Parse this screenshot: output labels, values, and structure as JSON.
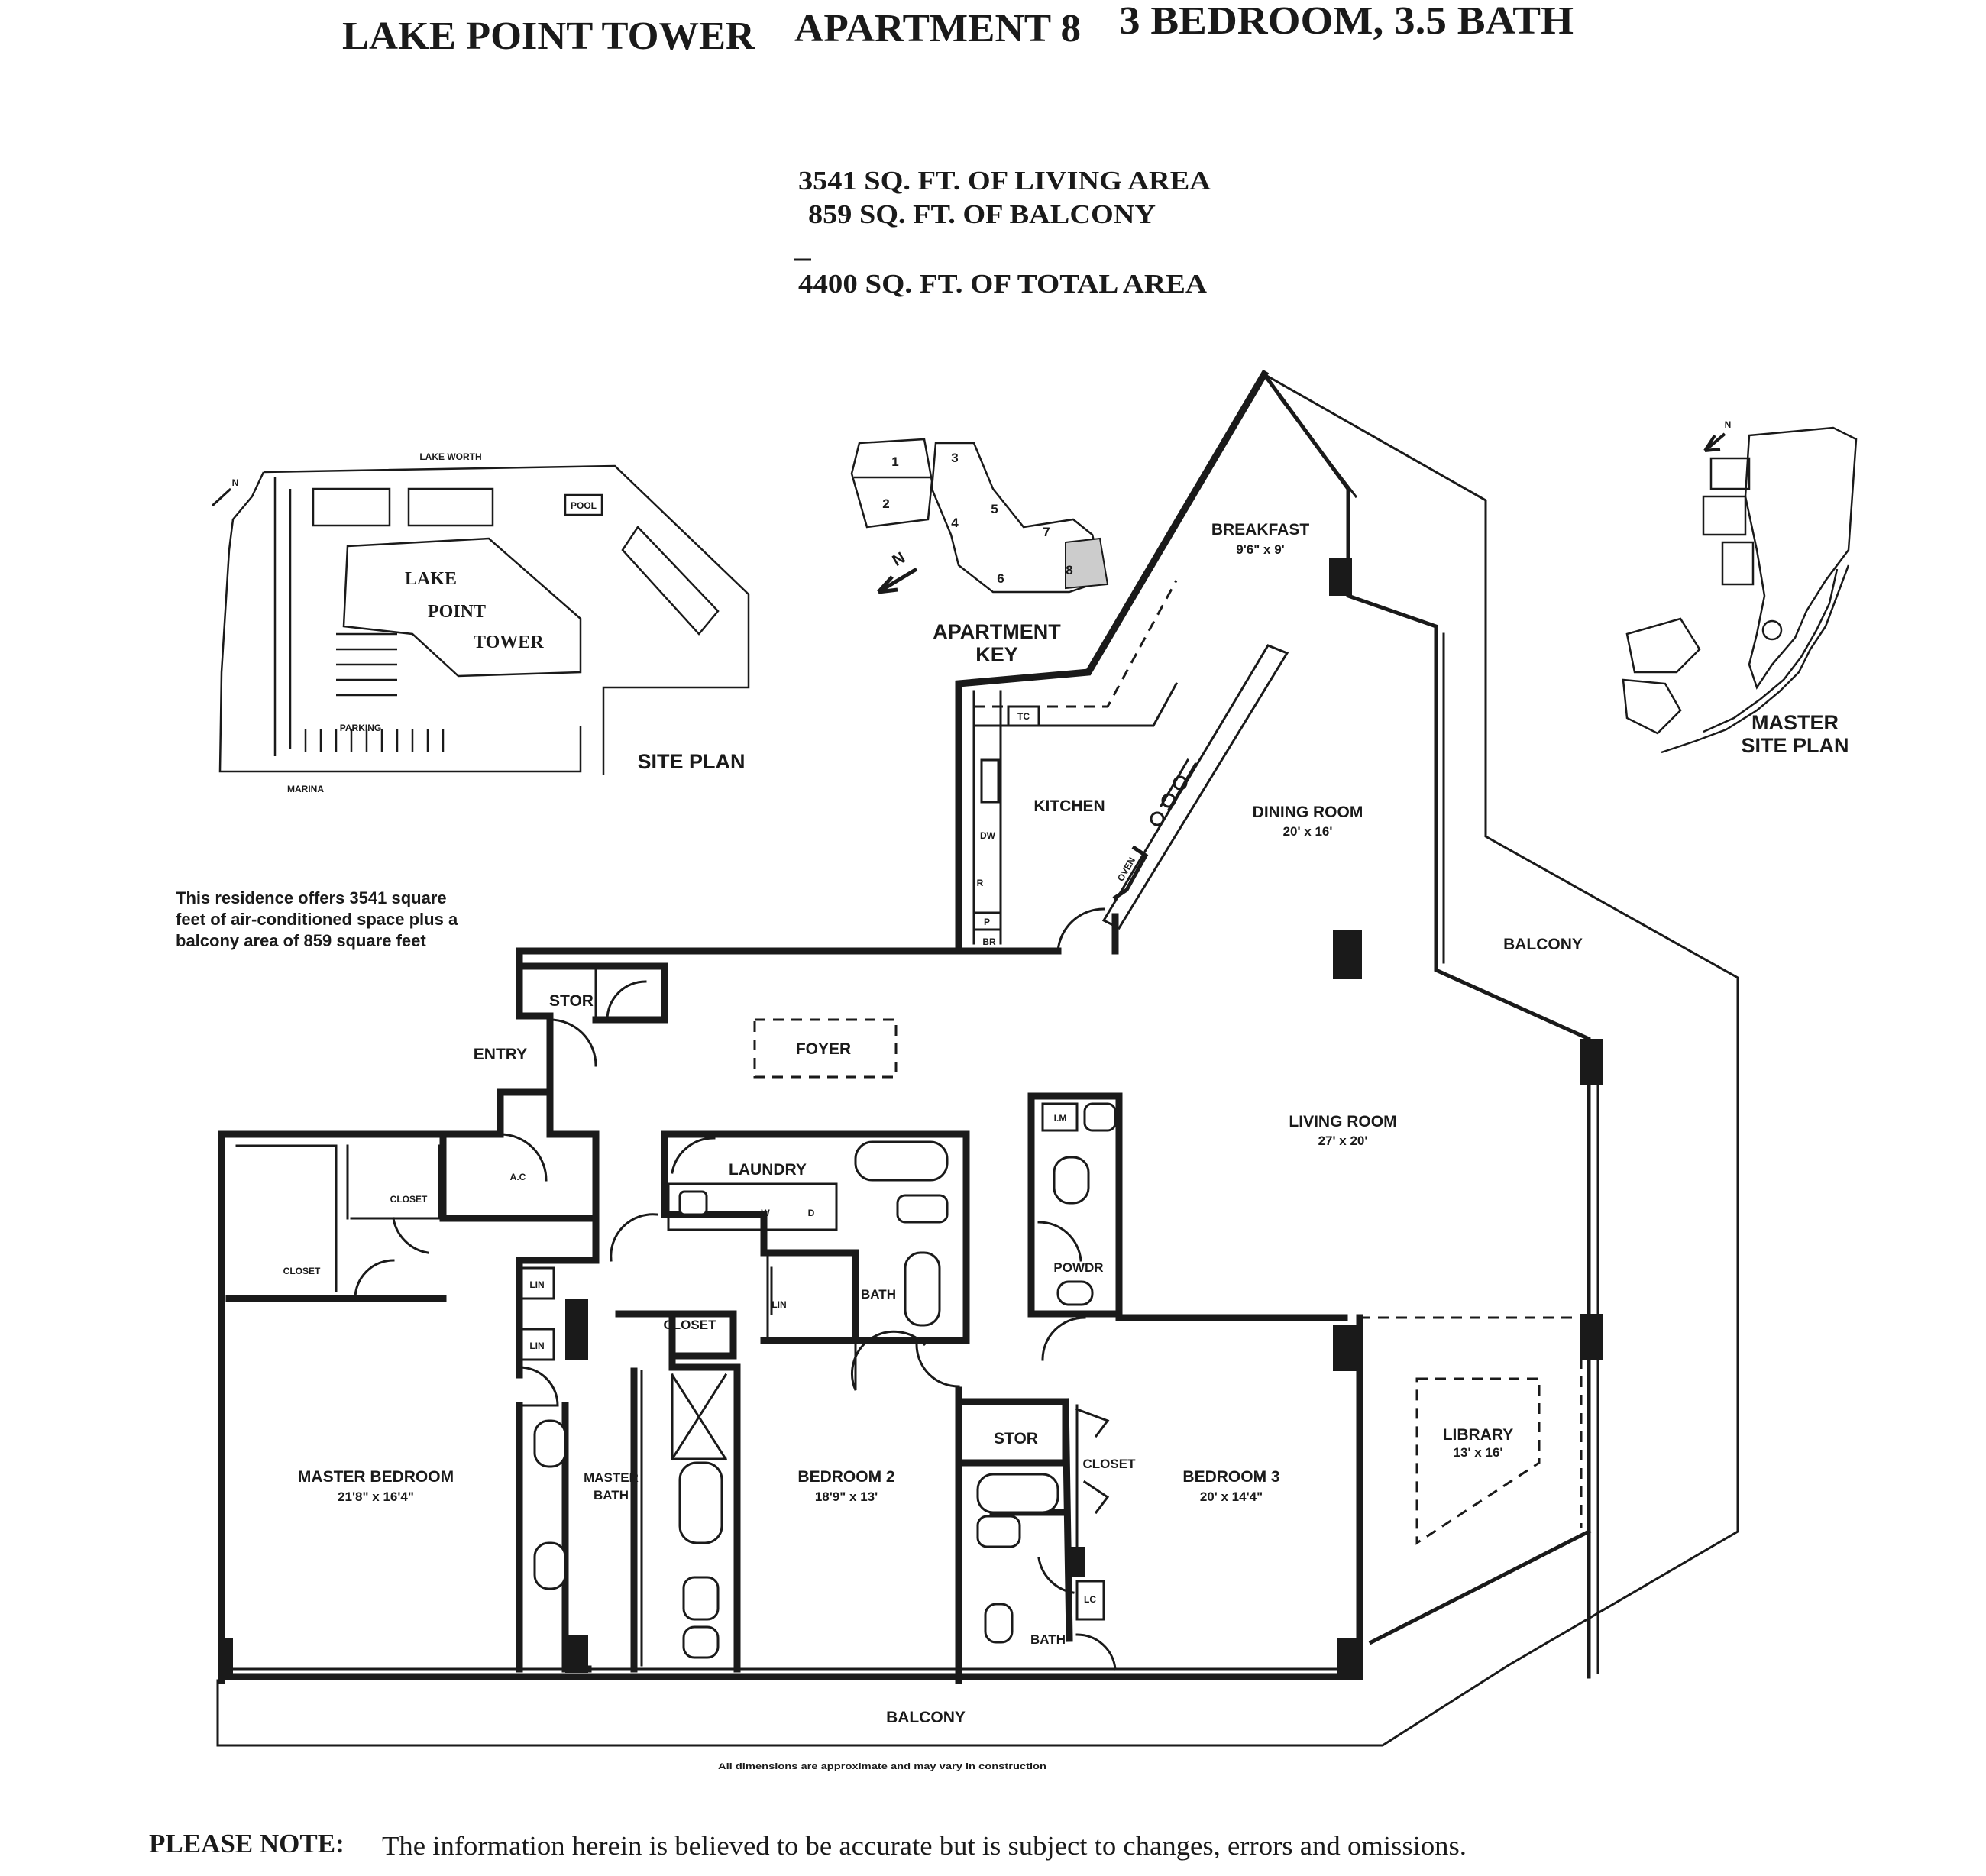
{
  "header": {
    "tower": "LAKE POINT TOWER",
    "apartment": "APARTMENT 8",
    "layout": "3 BEDROOM, 3.5 BATH"
  },
  "areas": {
    "living": "3541 SQ. FT. OF LIVING AREA",
    "balcony": "859 SQ. FT. OF BALCONY",
    "total": "4400 SQ. FT. OF TOTAL AREA"
  },
  "blurb": [
    "This residence offers 3541 square",
    "feet of air-conditioned space plus a",
    "balcony area of 859 square feet"
  ],
  "site_plan": {
    "title": "SITE PLAN",
    "lake_worth": "LAKE WORTH",
    "pool": "POOL",
    "building_lines": [
      "LAKE",
      "POINT",
      "TOWER"
    ],
    "parking": "PARKING",
    "marina": "MARINA",
    "north": "N"
  },
  "apartment_key": {
    "title_lines": [
      "APARTMENT",
      "KEY"
    ],
    "units": [
      "1",
      "2",
      "3",
      "4",
      "5",
      "6",
      "7",
      "8"
    ],
    "north": "N"
  },
  "master_site_plan": {
    "title_lines": [
      "MASTER",
      "SITE PLAN"
    ],
    "north": "N"
  },
  "rooms": {
    "breakfast": {
      "name": "BREAKFAST",
      "dims": "9'6\" x 9'"
    },
    "kitchen": {
      "name": "KITCHEN"
    },
    "dining": {
      "name": "DINING ROOM",
      "dims": "20' x 16'"
    },
    "living": {
      "name": "LIVING ROOM",
      "dims": "27' x 20'"
    },
    "foyer": {
      "name": "FOYER"
    },
    "entry": {
      "name": "ENTRY"
    },
    "stor_entry": {
      "name": "STOR"
    },
    "ac": {
      "name": "A.C"
    },
    "laundry": {
      "name": "LAUNDRY"
    },
    "closet_1": {
      "name": "CLOSET"
    },
    "closet_2": {
      "name": "CLOSET"
    },
    "closet_3": {
      "name": "CLOSET"
    },
    "closet_4": {
      "name": "CLOSET"
    },
    "lin_1": {
      "name": "LIN"
    },
    "lin_2": {
      "name": "LIN"
    },
    "lin_3": {
      "name": "LIN"
    },
    "bath_2": {
      "name": "BATH"
    },
    "bath_3": {
      "name": "BATH"
    },
    "powder": {
      "name": "POWDR"
    },
    "stor_bed3": {
      "name": "STOR"
    },
    "lc": {
      "name": "LC"
    },
    "master_bed": {
      "name": "MASTER BEDROOM",
      "dims": "21'8\" x 16'4\""
    },
    "master_bath": {
      "name_lines": [
        "MASTER",
        "BATH"
      ]
    },
    "bedroom2": {
      "name": "BEDROOM 2",
      "dims": "18'9\" x 13'"
    },
    "bedroom3": {
      "name": "BEDROOM 3",
      "dims": "20' x 14'4\""
    },
    "library": {
      "name": "LIBRARY",
      "dims": "13' x 16'"
    },
    "balcony_east": {
      "name": "BALCONY"
    },
    "balcony_south": {
      "name": "BALCONY"
    }
  },
  "fixtures": {
    "tc": "TC",
    "dw": "DW",
    "r": "R",
    "p": "P",
    "br": "BR",
    "oven": "OVEN",
    "w": "W",
    "d": "D",
    "im": "I.M"
  },
  "disclaimer_small": "All dimensions are approximate and may vary in construction",
  "footer": {
    "label": "PLEASE NOTE:",
    "text": "The information herein is believed to be accurate but is subject to changes, errors and omissions."
  }
}
